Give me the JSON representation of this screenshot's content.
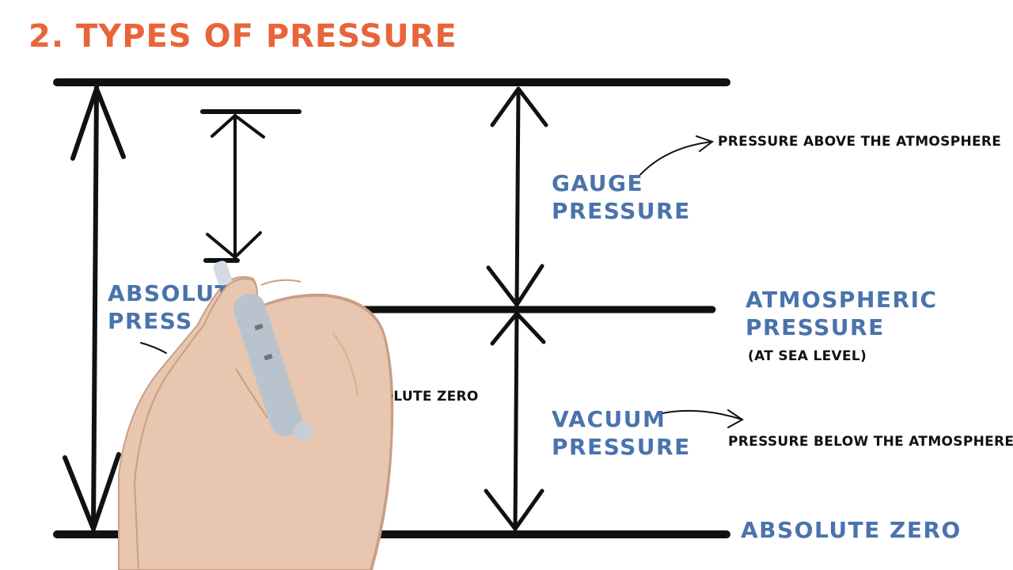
{
  "title": "2. TYPES OF PRESSURE",
  "colors": {
    "title": "#e8653a",
    "label_blue": "#4a73ad",
    "line": "#111111",
    "skin": "#e8c6b0",
    "marker": "#b9c3cd"
  },
  "labels": {
    "gauge": [
      "GAUGE",
      "PRESSURE"
    ],
    "vacuum": [
      "VACUUM",
      "PRESSURE"
    ],
    "atmospheric": [
      "ATMOSPHERIC",
      "PRESSURE"
    ],
    "atmospheric_note": "(AT SEA LEVEL)",
    "absolute_zero_right": "ABSOLUTE ZERO",
    "absolute_partial": [
      "ABSOLUTE",
      "PRESS"
    ],
    "absolute_zero_partial": "SOLUTE ZERO",
    "above_note": "PRESSURE ABOVE THE ATMOSPHERE",
    "below_note": "PRESSURE BELOW THE ATMOSPHERE"
  },
  "icons": [
    "hand-with-marker-icon"
  ]
}
